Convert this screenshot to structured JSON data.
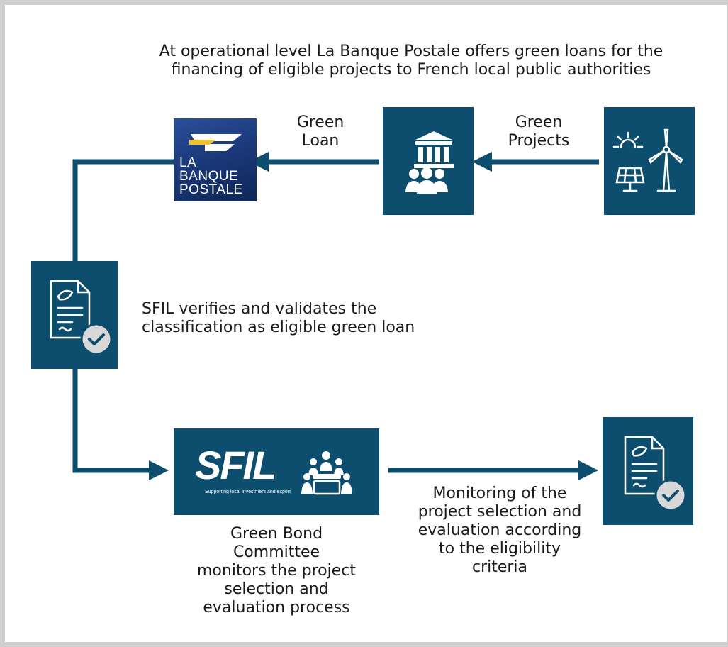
{
  "header": {
    "line1": "At operational level La Banque Postale offers green loans for the",
    "line2": "financing of eligible projects to French local public authorities"
  },
  "labels": {
    "green_loan": [
      "Green",
      "Loan"
    ],
    "green_projects": [
      "Green",
      "Projects"
    ],
    "sfil_verifies": [
      "SFIL verifies and validates the",
      "classification as eligible green loan"
    ],
    "committee": [
      "Green Bond",
      "Committee",
      "monitors the project",
      "selection and",
      "evaluation process"
    ],
    "monitoring": [
      "Monitoring of the",
      "project selection and",
      "evaluation according",
      "to the eligibility",
      "criteria"
    ]
  },
  "logos": {
    "banque_postale": [
      "LA",
      "BANQUE",
      "POSTALE"
    ],
    "sfil": "SFIL",
    "sfil_tagline": "Supporting local investment and export"
  },
  "colors": {
    "box": "#0d4d6d",
    "connector": "#0d4d6d",
    "icon": "#ffffff",
    "frame": "#cfcfcf"
  },
  "icons": [
    "bank-users-icon",
    "solar-wind-icon",
    "document-check-icon",
    "meeting-icon"
  ]
}
